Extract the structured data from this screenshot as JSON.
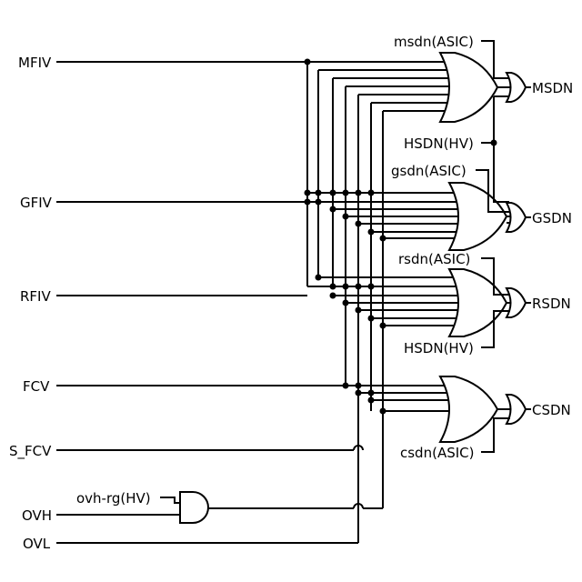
{
  "inputs": {
    "mfiv": "MFIV",
    "gfiv": "GFIV",
    "rfiv": "RFIV",
    "fcv": "FCV",
    "s_fcv": "S_FCV",
    "ovh": "OVH",
    "ovl": "OVL"
  },
  "side_inputs": {
    "msdn_asic": "msdn(ASIC)",
    "hsdn_hv_top": "HSDN(HV)",
    "gsdn_asic": "gsdn(ASIC)",
    "rsdn_asic": "rsdn(ASIC)",
    "hsdn_hv_bottom": "HSDN(HV)",
    "csdn_asic": "csdn(ASIC)",
    "ovh_rg_hv": "ovh-rg(HV)"
  },
  "outputs": {
    "msdn": "MSDN",
    "gsdn": "GSDN",
    "rsdn": "RSDN",
    "csdn": "CSDN"
  }
}
